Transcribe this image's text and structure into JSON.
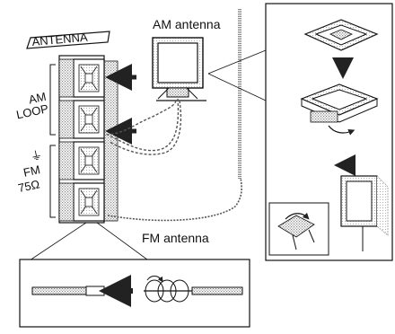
{
  "labels": {
    "antenna": "ANTENNA",
    "am_loop_line1": "AM",
    "am_loop_line2": "LOOP",
    "ground_symbol": "⏚",
    "fm_line1": "FM",
    "fm_line2": "75Ω",
    "am_antenna": "AM antenna",
    "fm_antenna": "FM antenna"
  },
  "colors": {
    "ink": "#111111",
    "arrow": "#222222",
    "dither": "#8a8a8a",
    "wire": "#555555",
    "paper": "#ffffff"
  },
  "icons": {
    "terminal": "spring-terminal-icon",
    "loop_antenna": "am-loop-antenna-icon",
    "push_arrow": "push-arrow-icon",
    "wire": "stripped-wire-icon"
  }
}
